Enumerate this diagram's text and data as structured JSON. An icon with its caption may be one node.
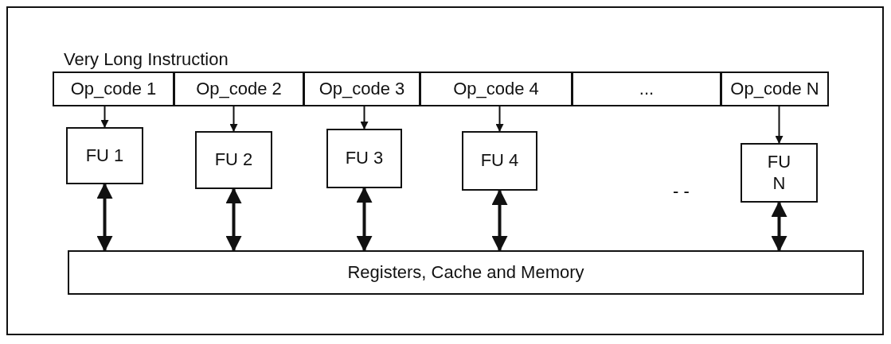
{
  "diagram": {
    "nodes": [
      {
        "text": [
          "Very Long Instruction"
        ]
      },
      {
        "text": [
          "Op_code 1"
        ],
        "in": 0
      },
      {
        "text": [
          "Op_code 2"
        ],
        "in": 0
      },
      {
        "text": [
          "Op_code 3"
        ],
        "in": 0
      },
      {
        "text": [
          "Op_code 4"
        ],
        "in": 0
      },
      {
        "text": [
          "..."
        ],
        "in": 0
      },
      {
        "text": [
          "Op_code N"
        ],
        "in": 0
      },
      {
        "text": [
          "FU 1"
        ],
        "in": 0
      },
      {
        "text": [
          "FU 2"
        ],
        "in": 0
      },
      {
        "text": [
          "FU 3"
        ],
        "in": 0
      },
      {
        "text": [
          "FU 4"
        ],
        "in": 0
      },
      {
        "text": [
          "FU N"
        ],
        "in": 0
      },
      {
        "text": [
          "Registers, Cache and Memory"
        ],
        "in": 0
      }
    ],
    "edges": [
      {
        "from": 1,
        "to": 7,
        "arrow": "to"
      },
      {
        "from": 2,
        "to": 8,
        "arrow": "to"
      },
      {
        "from": 3,
        "to": 9,
        "arrow": "to"
      },
      {
        "from": 4,
        "to": 10,
        "arrow": "to"
      },
      {
        "from": 6,
        "to": 11,
        "arrow": "to"
      },
      {
        "from": 7,
        "to": 12,
        "arrow": "both",
        "style": "thick"
      },
      {
        "from": 8,
        "to": 12,
        "arrow": "both",
        "style": "thick"
      },
      {
        "from": 9,
        "to": 12,
        "arrow": "both",
        "style": "thick"
      },
      {
        "from": 10,
        "to": 12,
        "arrow": "both",
        "style": "thick"
      },
      {
        "from": 11,
        "to": 12,
        "arrow": "both",
        "style": "thick"
      }
    ],
    "labels": [
      "- -"
    ]
  }
}
